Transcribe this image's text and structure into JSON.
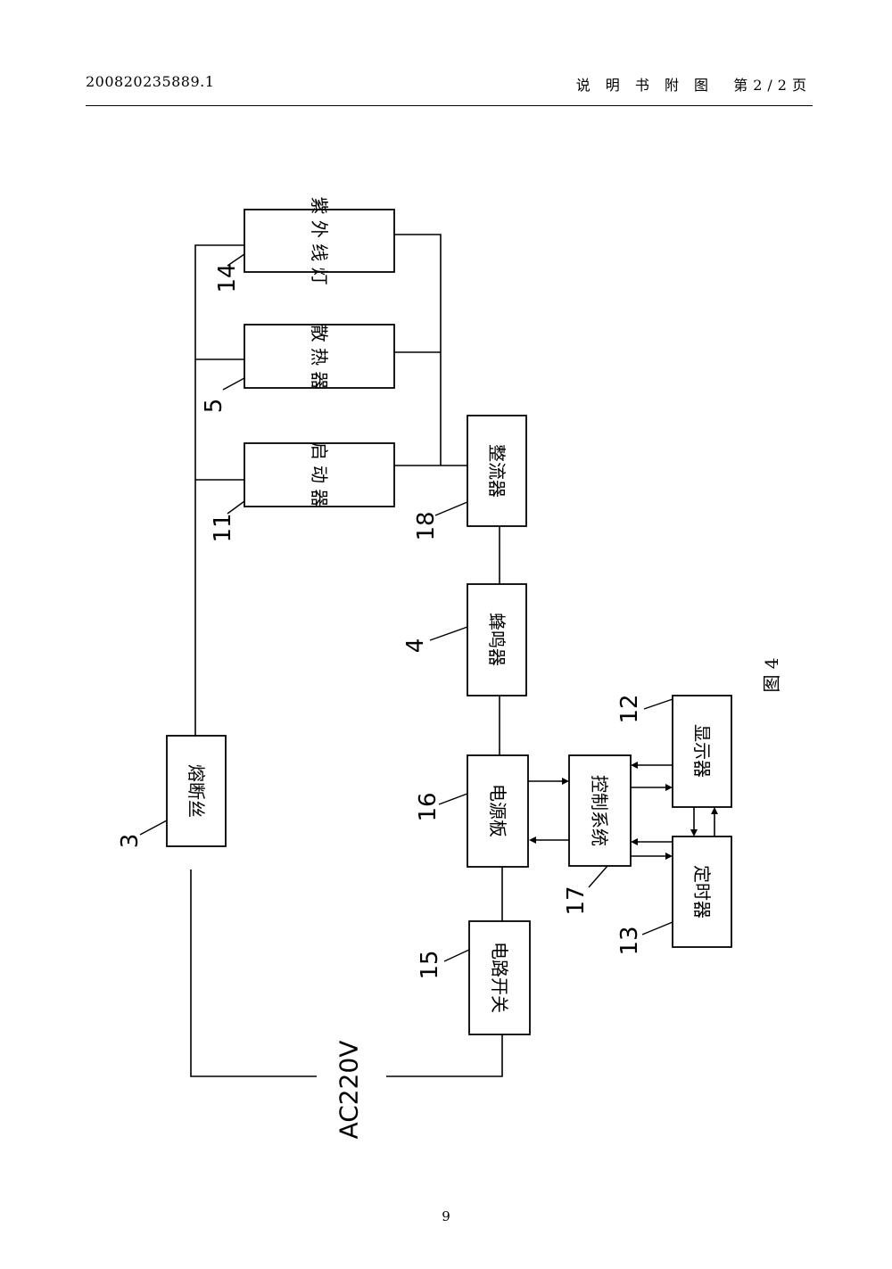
{
  "header": {
    "doc_number": "200820235889.1",
    "doc_title": "说 明 书 附 图",
    "page_of": "第2/2页"
  },
  "footer": {
    "page_number": "9"
  },
  "diagram": {
    "blocks": {
      "uv_lamp": "紫 外 线 灯",
      "radiator": "散 热 器",
      "starter": "启 动 器",
      "rectifier": "整流器",
      "buzzer": "蜂鸣器",
      "fuse": "熔断丝",
      "power_board": "电源板",
      "control_system": "控制系统",
      "display": "显示器",
      "timer": "定时器",
      "circuit_switch": "电路开关"
    },
    "labels": {
      "uv_lamp": "14",
      "radiator": "5",
      "starter": "11",
      "rectifier": "18",
      "buzzer": "4",
      "fuse": "3",
      "power_board": "16",
      "control_system": "17",
      "display": "12",
      "timer": "13",
      "circuit_switch": "15"
    },
    "supply": "AC220V",
    "figure": "图 4"
  }
}
